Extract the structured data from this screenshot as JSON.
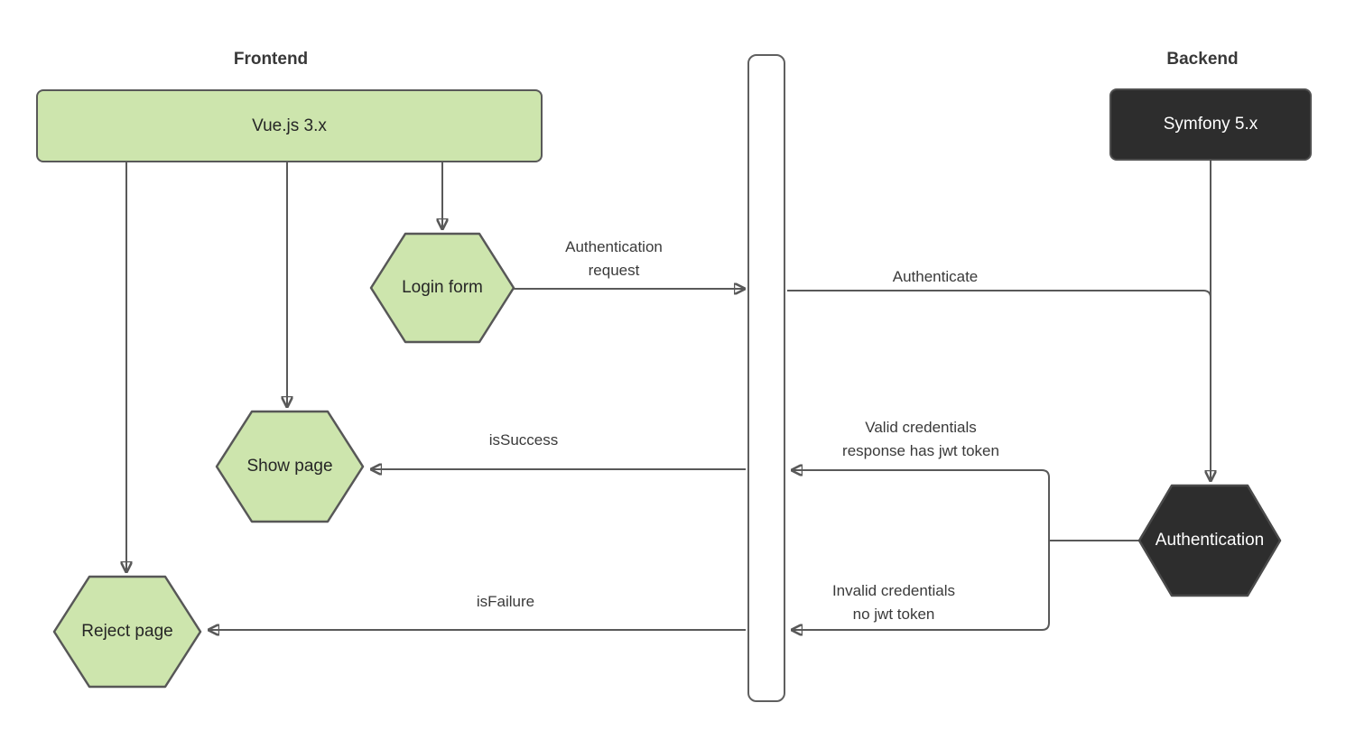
{
  "headers": {
    "frontend": "Frontend",
    "backend": "Backend"
  },
  "nodes": {
    "vue": {
      "label": "Vue.js 3.x"
    },
    "symfony": {
      "label": "Symfony 5.x"
    },
    "login_form": {
      "label": "Login form"
    },
    "show_page": {
      "label": "Show page"
    },
    "reject_page": {
      "label": "Reject page"
    },
    "authentication": {
      "label": "Authentication"
    }
  },
  "edges": {
    "auth_request": {
      "label": "Authentication\nrequest"
    },
    "authenticate": {
      "label": "Authenticate"
    },
    "valid_credentials": {
      "label": "Valid credentials\nresponse has jwt token"
    },
    "is_success": {
      "label": "isSuccess"
    },
    "invalid_credentials": {
      "label": "Invalid credentials\nno jwt token"
    },
    "is_failure": {
      "label": "isFailure"
    }
  },
  "colors": {
    "node_green": "#cde5ad",
    "node_dark": "#2d2d2d",
    "connector_stroke": "#595959",
    "text_dark": "#262626",
    "text_light": "#ffffff",
    "edge_label_text": "#3a3a3a",
    "background": "#ffffff"
  }
}
